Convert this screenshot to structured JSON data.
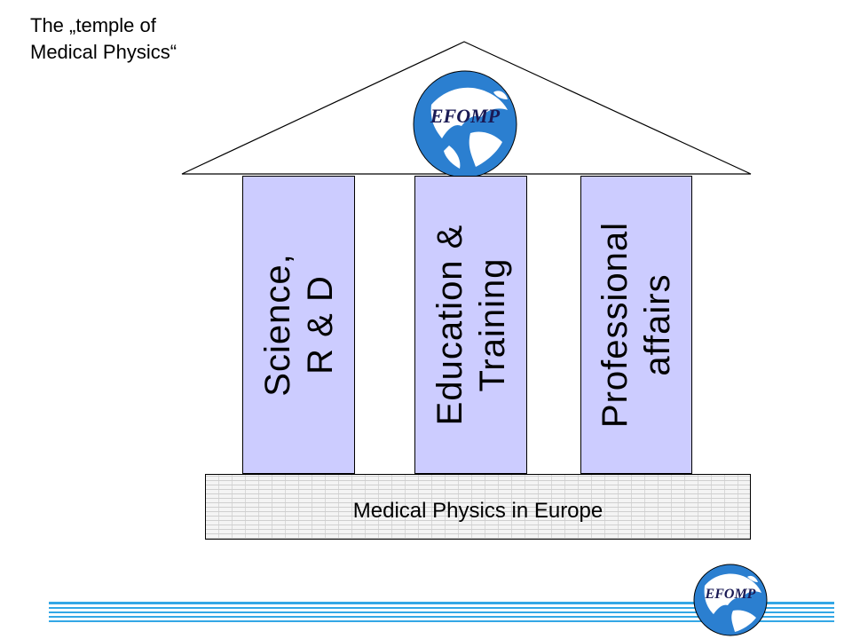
{
  "title": {
    "line1": "The „temple of",
    "line2": "Medical Physics“"
  },
  "logo": {
    "text": "EFOMP",
    "text_color": "#1a1a55"
  },
  "pillars": [
    {
      "line1": "Science,",
      "line2": "R & D"
    },
    {
      "line1": "Education &",
      "line2": "Training"
    },
    {
      "line1": "Professional",
      "line2": "affairs"
    }
  ],
  "foundation": {
    "label": "Medical Physics in Europe"
  },
  "colors": {
    "pillar_fill": "#ccccff",
    "footer_line": "#33a7e6",
    "globe_sea": "#2b7fd0",
    "globe_land": "#ffffff"
  }
}
